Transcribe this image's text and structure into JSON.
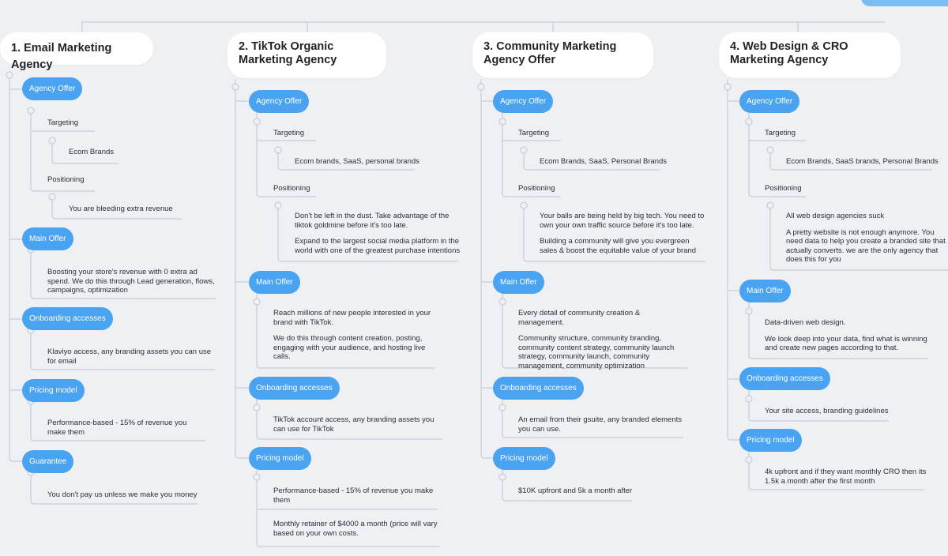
{
  "columns": [
    {
      "title": "1. Email Marketing Agency",
      "agency_offer_label": "Agency Offer",
      "targeting_label": "Targeting",
      "targeting_value": "Ecom Brands",
      "positioning_label": "Positioning",
      "positioning_value": [
        "You are bleeding extra revenue"
      ],
      "main_offer_label": "Main Offer",
      "main_offer_value": [
        "Boosting your store's revenue with 0 extra ad spend. We do this through Lead generation, flows, campaigns, optimization"
      ],
      "onboarding_label": "Onboarding accesses",
      "onboarding_value": "Klaviyo access, any branding assets you can use for email",
      "pricing_label": "Pricing model",
      "pricing_value": [
        "Performance-based - 15% of revenue you make them"
      ],
      "guarantee_label": "Guarantee",
      "guarantee_value": "You don't pay us unless we make you money"
    },
    {
      "title": "2. TikTok Organic Marketing Agency",
      "agency_offer_label": "Agency Offer",
      "targeting_label": "Targeting",
      "targeting_value": "Ecom brands, SaaS, personal brands",
      "positioning_label": "Positioning",
      "positioning_value": [
        "Don't be left in the dust. Take advantage of the tiktok goldmine before it's too late.",
        "Expand to the largest social media platform in the world with one of the greatest purchase intentions"
      ],
      "main_offer_label": "Main Offer",
      "main_offer_value": [
        "Reach millions of new people interested in your brand with TikTok.",
        "We do this through content creation, posting, engaging with your audience, and hosting live calls."
      ],
      "onboarding_label": "Onboarding accesses",
      "onboarding_value": "TikTok account access, any branding assets you can use for TikTok",
      "pricing_label": "Pricing model",
      "pricing_value": [
        "Performance-based - 15% of revenue you make them",
        "Monthly retainer of $4000 a month (price will vary based on your own costs."
      ]
    },
    {
      "title": "3. Community Marketing Agency Offer",
      "agency_offer_label": "Agency Offer",
      "targeting_label": "Targeting",
      "targeting_value": "Ecom Brands, SaaS, Personal Brands",
      "positioning_label": "Positioning",
      "positioning_value": [
        "Your balls are being held by big tech. You need to own your own traffic source before it's too late.",
        "Building a community will give you evergreen sales & boost the equitable value of your brand"
      ],
      "main_offer_label": "Main Offer",
      "main_offer_value": [
        "Every detail of community creation & management.",
        "Community structure, community branding, community content strategy, community launch strategy, community launch, community management, community optimization"
      ],
      "onboarding_label": "Onboarding accesses",
      "onboarding_value": "An email from their gsuite, any branded elements you can use.",
      "pricing_label": "Pricing model",
      "pricing_value": [
        "$10K upfront and 5k a month after"
      ]
    },
    {
      "title": "4. Web Design & CRO Marketing Agency",
      "agency_offer_label": "Agency Offer",
      "targeting_label": "Targeting",
      "targeting_value": "Ecom Brands, SaaS brands, Personal Brands",
      "positioning_label": "Positioning",
      "positioning_value": [
        "All web design agencies suck",
        "A pretty website is not enough anymore. You need data to help you create a branded site that actually converts. we are the only agency that does this for you"
      ],
      "main_offer_label": "Main Offer",
      "main_offer_value": [
        "Data-driven web design.",
        "We look deep into your data, find what is winning and create new pages according to that."
      ],
      "onboarding_label": "Onboarding accesses",
      "onboarding_value": "Your site access, branding guidelines",
      "pricing_label": "Pricing model",
      "pricing_value": [
        "4k upfront and if they want monthly CRO then its 1.5k a month after the first month"
      ]
    }
  ]
}
